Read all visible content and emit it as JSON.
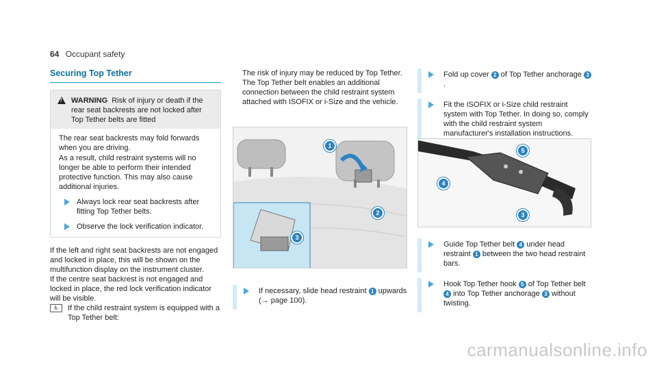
{
  "header": {
    "page_number": "64",
    "section": "Occupant safety"
  },
  "col1": {
    "title": "Securing Top Tether",
    "warning": {
      "label": "WARNING",
      "text": "Risk of injury or death if the rear seat backrests are not locked after Top Tether belts are fitted",
      "body": [
        "The rear seat backrests may fold forwards when you are driving.",
        "As a result, child restraint systems will no longer be able to perform their intended protective function. This may also cause additional injuries."
      ],
      "steps": [
        "Always lock rear seat backrests after fitting Top Tether belts.",
        "Observe the lock verification indicator."
      ]
    },
    "para1": "If the left and right seat backrests are not engaged and locked in place, this will be shown on the multifunction display on the instrument cluster.",
    "para2": "If the centre seat backrest is not engaged and locked in place, the red lock verification indicator will be visible.",
    "child_icon_text": "♿",
    "child_text": "If the child restraint system is equipped with a Top Tether belt:"
  },
  "col2": {
    "intro": "The risk of injury may be reduced by Top Tether. The Top Tether belt enables an additional connection between the child restraint system attached with ISOFIX or i-Size and the vehicle.",
    "step1_pre": "If necessary, slide head restraint",
    "step1_badge": "1",
    "step1_post": "upwards (→ page 100)."
  },
  "col3": {
    "step1_pre": "Fold up cover",
    "step1_badge": "2",
    "step1_mid": "of Top Tether anchorage",
    "step1_badge2": "3",
    "step1_end": ".",
    "step2": "Fit the ISOFIX or i-Size child restraint system with Top Tether. In doing so, comply with the child restraint system manufacturer's installation instructions.",
    "step3_pre": "Guide Top Tether belt",
    "step3_b1": "4",
    "step3_mid": "under head restraint",
    "step3_b2": "1",
    "step3_end": "between the two head restraint bars.",
    "step4_pre": "Hook Top Tether hook",
    "step4_b1": "5",
    "step4_mid": "of Top Tether belt",
    "step4_b2": "4",
    "step4_mid2": "into Top Tether anchorage",
    "step4_b3": "3",
    "step4_end": "without twisting."
  },
  "figure1": {
    "callouts": [
      "1",
      "2",
      "3"
    ]
  },
  "figure2": {
    "callouts": [
      "5",
      "4",
      "3"
    ]
  },
  "watermark": "carmanualsonline.info",
  "colors": {
    "accent": "#1a93c9",
    "badge": "#2b83c2",
    "step_bar": "#d3ebf7"
  }
}
